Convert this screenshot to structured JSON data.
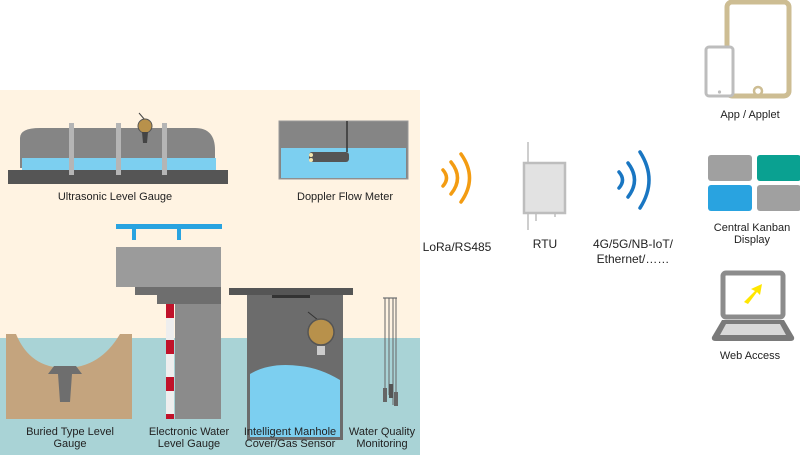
{
  "field_devices": {
    "ultrasonic": "Ultrasonic Level Gauge",
    "doppler": "Doppler Flow Meter",
    "buried_line1": "Buried Type Level",
    "buried_line2": "Gauge",
    "electronic_line1": "Electronic Water",
    "electronic_line2": "Level Gauge",
    "manhole_line1": "Intelligent Manhole",
    "manhole_line2": "Cover/Gas Sensor",
    "water_quality_line1": "Water Quality",
    "water_quality_line2": "Monitoring"
  },
  "links": {
    "local": "LoRa/RS485",
    "rtu": "RTU",
    "uplink_line1": "4G/5G/NB-IoT/",
    "uplink_line2": "Ethernet/……"
  },
  "endpoints": {
    "app": "App / Applet",
    "kanban_line1": "Central Kanban",
    "kanban_line2": "Display",
    "web": "Web Access"
  },
  "colors": {
    "panel_bg": "#fff3e2",
    "water_bg": "#a9d3d6",
    "water_fill": "#7ccff0",
    "lora_wave": "#f39c12",
    "cellular_wave": "#1976c2"
  }
}
